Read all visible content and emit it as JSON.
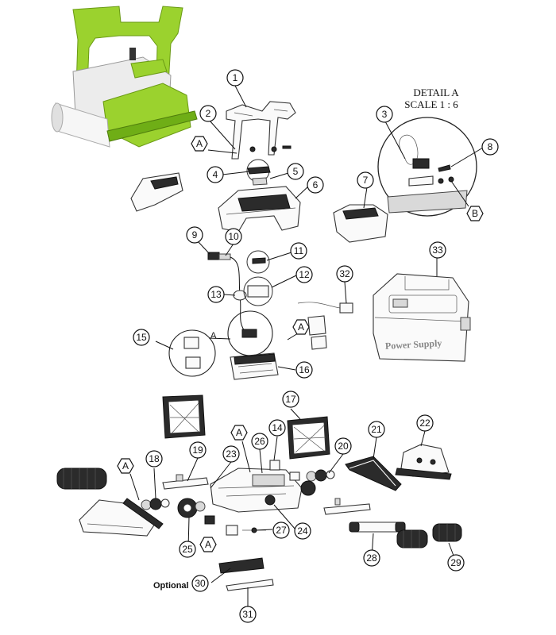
{
  "detail": {
    "title": "DETAIL A",
    "scale": "SCALE 1 : 6"
  },
  "optional_label": "Optional",
  "power_supply_label": "Power Supply",
  "section_markers": [
    "A",
    "A",
    "A",
    "A",
    "A"
  ],
  "detail_marker_a": "A",
  "detail_marker_b": "B",
  "callouts": [
    "1",
    "2",
    "3",
    "4",
    "5",
    "6",
    "7",
    "8",
    "9",
    "10",
    "11",
    "12",
    "13",
    "15",
    "16",
    "17",
    "14",
    "18",
    "19",
    "20",
    "21",
    "22",
    "23",
    "24",
    "25",
    "26",
    "27",
    "28",
    "29",
    "30",
    "31",
    "32",
    "33"
  ],
  "colors": {
    "robot_green": "#9bd22e",
    "robot_grey": "#e8e8e8",
    "line": "#111111"
  }
}
